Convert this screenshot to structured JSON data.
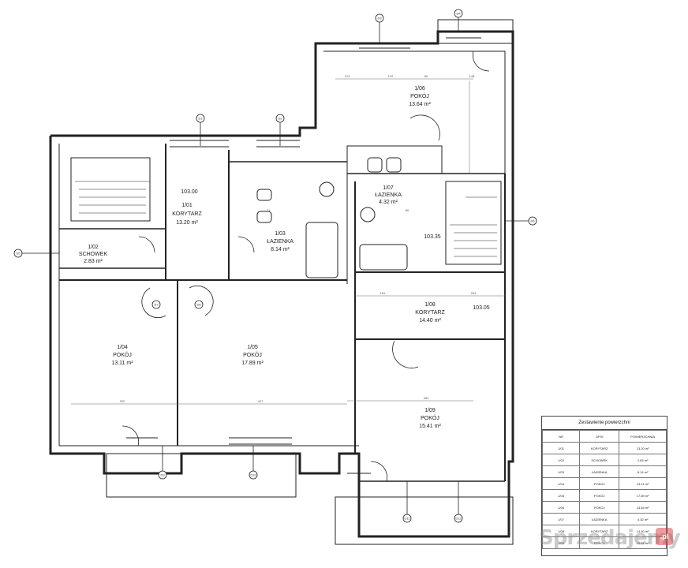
{
  "rooms": [
    {
      "id": "1/01",
      "name": "KORYTARZ",
      "area": "13.20 m²"
    },
    {
      "id": "1/02",
      "name": "SCHOWEK",
      "area": "2.83 m²"
    },
    {
      "id": "1/03",
      "name": "ŁAZIENKA",
      "area": "8.14 m²"
    },
    {
      "id": "1/04",
      "name": "POKÓJ",
      "area": "13.11 m²"
    },
    {
      "id": "1/05",
      "name": "POKÓJ",
      "area": "17.89 m²"
    },
    {
      "id": "1/06",
      "name": "POKÓJ",
      "area": "13.64 m²"
    },
    {
      "id": "1/07",
      "name": "ŁAZIENKA",
      "area": "4.32 m²"
    },
    {
      "id": "1/08",
      "name": "KORYTARZ",
      "area": "14.40 m²"
    },
    {
      "id": "1/09",
      "name": "POKÓJ",
      "area": "15.41 m²"
    }
  ],
  "levels": [
    "103.00",
    "103.35",
    "103.05"
  ],
  "axis_marks": [
    "D1",
    "D2",
    "D3",
    "D4",
    "D5",
    "D6",
    "D7",
    "D8",
    "D9",
    "D10",
    "D11",
    "D12"
  ],
  "dims": [
    "123",
    "122",
    "80",
    "148",
    "320",
    "427",
    "281",
    "181",
    "264",
    "80",
    "71"
  ],
  "table": {
    "title": "Zestawienie powierzchni",
    "headers": [
      "NR",
      "OPIS",
      "POWIERZCHNIA"
    ],
    "rows": [
      [
        "1/01",
        "KORYTARZ",
        "13.20 m²"
      ],
      [
        "1/02",
        "SCHOWEK",
        "2.83 m²"
      ],
      [
        "1/03",
        "ŁAZIENKA",
        "8.14 m²"
      ],
      [
        "1/04",
        "POKÓJ",
        "13.11 m²"
      ],
      [
        "1/05",
        "POKÓJ",
        "17.89 m²"
      ],
      [
        "1/06",
        "POKÓJ",
        "13.64 m²"
      ],
      [
        "1/07",
        "ŁAZIENKA",
        "4.32 m²"
      ],
      [
        "1/08",
        "KORYTARZ",
        "14.40 m²"
      ],
      [
        "1/09",
        "POKÓJ",
        "15.41 m²"
      ]
    ]
  },
  "watermark": {
    "text": "Sprzedajemy",
    "badge": ".pl"
  }
}
